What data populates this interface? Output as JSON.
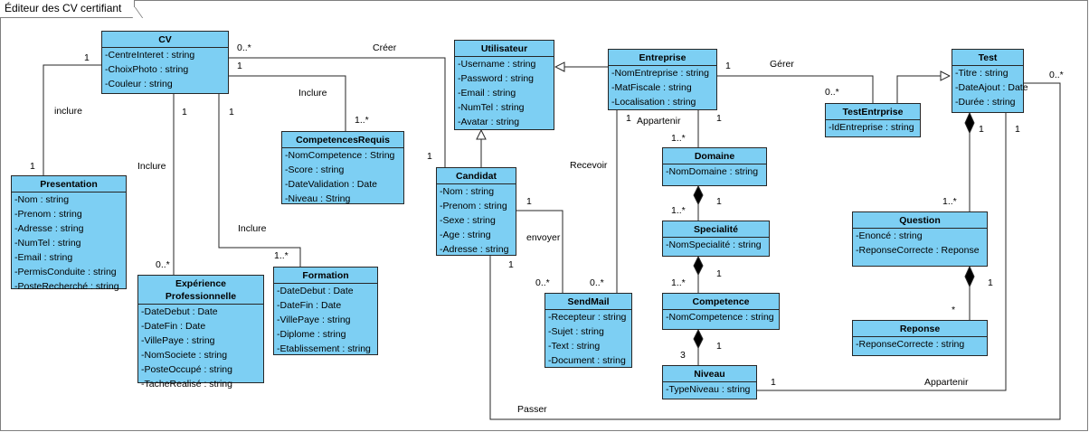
{
  "diagram": {
    "title": "Éditeur des CV certifiant",
    "classes": {
      "cv": {
        "name": "CV",
        "attributes": [
          "-CentreInteret : string",
          "-ChoixPhoto : string",
          "-Couleur : string"
        ]
      },
      "utilisateur": {
        "name": "Utilisateur",
        "attributes": [
          "-Username : string",
          "-Password : string",
          "-Email : string",
          "-NumTel : string",
          "-Avatar : string"
        ]
      },
      "entreprise": {
        "name": "Entreprise",
        "attributes": [
          "-NomEntreprise : string",
          "-MatFiscale : string",
          "-Localisation : string"
        ]
      },
      "test": {
        "name": "Test",
        "attributes": [
          "-Titre : string",
          "-DateAjout : Date",
          "-Durée : string"
        ]
      },
      "testentreprise": {
        "name": "TestEntrprise",
        "attributes": [
          "-IdEntreprise : string"
        ]
      },
      "competencesrequis": {
        "name": "CompetencesRequis",
        "attributes": [
          "-NomCompetence : String",
          "-Score : string",
          "-DateValidation : Date",
          "-Niveau : String"
        ]
      },
      "presentation": {
        "name": "Presentation",
        "attributes": [
          "-Nom : string",
          "-Prenom : string",
          "-Adresse : string",
          "-NumTel : string",
          "-Email : string",
          "-PermisConduite : string",
          "-PosteRecherché : string"
        ]
      },
      "candidat": {
        "name": "Candidat",
        "attributes": [
          "-Nom : string",
          "-Prenom : string",
          "-Sexe : string",
          "-Age : string",
          "-Adresse : string"
        ]
      },
      "domaine": {
        "name": "Domaine",
        "attributes": [
          "-NomDomaine : string"
        ]
      },
      "specialite": {
        "name": "Specialité",
        "attributes": [
          "-NomSpecialité : string"
        ]
      },
      "question": {
        "name": "Question",
        "attributes": [
          "-Enoncé : string",
          "-ReponseCorrecte : Reponse"
        ]
      },
      "experience": {
        "name": "Expérience Professionnelle",
        "attributes": [
          "-DateDebut : Date",
          "-DateFin : Date",
          "-VillePaye : string",
          "-NomSociete : string",
          "-PosteOccupé : string",
          "-TacheRealisé : string"
        ]
      },
      "formation": {
        "name": "Formation",
        "attributes": [
          "-DateDebut : Date",
          "-DateFin : Date",
          "-VillePaye : string",
          "-Diplome : string",
          "-Etablissement : string"
        ]
      },
      "sendmail": {
        "name": "SendMail",
        "attributes": [
          "-Recepteur : string",
          "-Sujet : string",
          "-Text : string",
          "-Document : string"
        ]
      },
      "competence": {
        "name": "Competence",
        "attributes": [
          "-NomCompetence : string"
        ]
      },
      "reponse": {
        "name": "Reponse",
        "attributes": [
          "-ReponseCorrecte : string"
        ]
      },
      "niveau": {
        "name": "Niveau",
        "attributes": [
          "-TypeNiveau : string"
        ]
      }
    },
    "labels": {
      "cv_presentation_1": "1",
      "cv_presentation_inclure": "inclure",
      "presentation_1": "1",
      "cv_experience_1": "1",
      "cv_experience_inclure": "Inclure",
      "experience_mult": "0..*",
      "cv_formation_1": "1",
      "cv_formation_inclure": "Inclure",
      "formation_mult": "1..*",
      "cv_competences_1": "1",
      "cv_competences_inclure": "Inclure",
      "competences_mult": "1..*",
      "cv_candidat_mult": "0..*",
      "cv_candidat_creer": "Créer",
      "candidat_cv_1": "1",
      "candidat_sendmail_1": "1",
      "candidat_sendmail_envoyer": "envoyer",
      "sendmail_candidat_mult": "0..*",
      "sendmail_entreprise_mult": "0..*",
      "entreprise_sendmail_recevoir": "Recevoir",
      "entreprise_sendmail_1": "1",
      "entreprise_domaine_appartenir": "Appartenir",
      "entreprise_domaine_1": "1",
      "domaine_mult": "1..*",
      "entreprise_test_1": "1",
      "entreprise_test_gerer": "Gérer",
      "testentreprise_mult": "0..*",
      "domaine_specialite_1": "1",
      "specialite_mult": "1..*",
      "specialite_competence_1": "1",
      "competence_mult": "1..*",
      "competence_niveau_1": "1",
      "niveau_mult": "3",
      "test_question_1": "1",
      "question_mult": "1..*",
      "question_reponse_1": "1",
      "reponse_mult": "*",
      "test_niveau_1": "1",
      "niveau_test_1": "1",
      "niveau_test_appartenir": "Appartenir",
      "test_candidat_mult": "0..*",
      "candidat_test_1": "1",
      "candidat_test_passer": "Passer"
    }
  }
}
